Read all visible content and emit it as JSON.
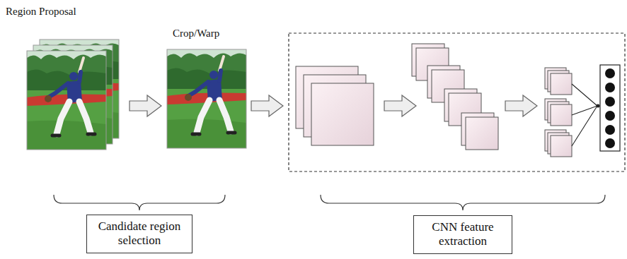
{
  "diagram": {
    "nodes": [
      {
        "text": [
          "Candidate region selection"
        ]
      },
      {
        "text": [
          "CNN feature extraction"
        ]
      }
    ],
    "labels": [
      "Region Proposal",
      "Crop/Warp"
    ]
  }
}
